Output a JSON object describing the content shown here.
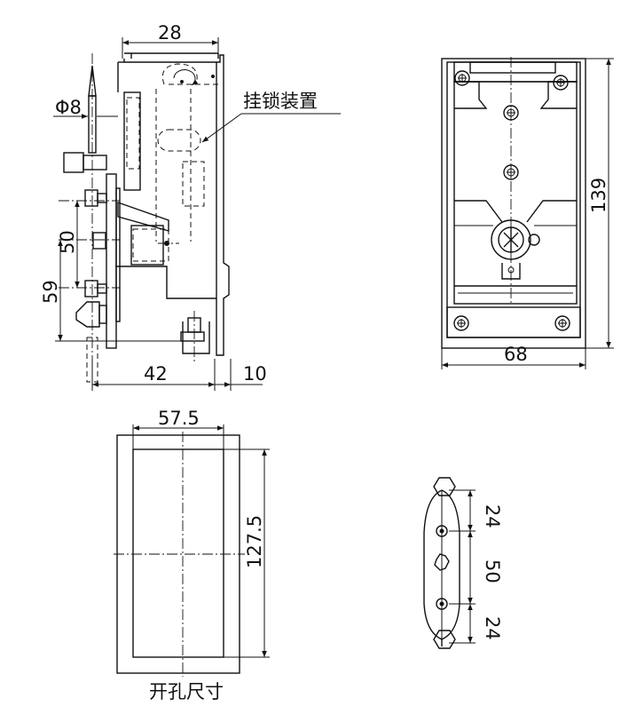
{
  "labels": {
    "lock_device": "挂锁装置",
    "cutout_size": "开孔尺寸"
  },
  "dimensions": {
    "side_top_width": "28",
    "pin_diameter": "Φ8",
    "hole_spacing": "50",
    "bottom_offset": "59",
    "base_depth": "42",
    "flange": "10",
    "front_height": "139",
    "front_width": "68",
    "cutout_width": "57.5",
    "cutout_height": "127.5",
    "bracket_top": "24",
    "bracket_mid": "50",
    "bracket_bottom": "24"
  }
}
